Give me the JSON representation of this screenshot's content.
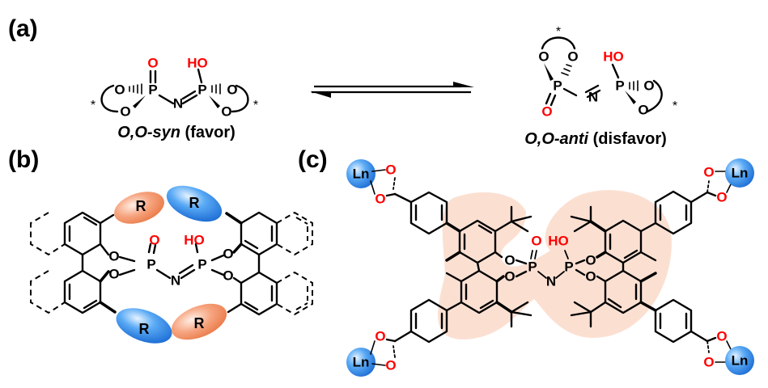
{
  "panels": {
    "a": {
      "label": "(a)",
      "syn": {
        "caption_italic": "O,O-syn",
        "caption_rest": " (favor)",
        "atoms": {
          "o_double": "O",
          "ho": "HO",
          "p1": "P",
          "p2": "P",
          "n": "N",
          "o1": "O",
          "o2": "O",
          "o3": "O",
          "o4": "O",
          "star": "*"
        }
      },
      "anti": {
        "caption_italic": "O,O-anti",
        "caption_rest": " (disfavor)",
        "atoms": {
          "o_double": "O",
          "ho": "HO",
          "p1": "P",
          "p2": "P",
          "n": "N",
          "o1": "O",
          "o2": "O",
          "o3": "O",
          "o4": "O",
          "star": "*"
        }
      },
      "equilibrium": "equilibrium-arrows"
    },
    "b": {
      "label": "(b)",
      "substituent": "R",
      "atoms": {
        "o_double": "O",
        "ho": "HO",
        "p": "P",
        "n": "N",
        "o": "O"
      }
    },
    "c": {
      "label": "(c)",
      "metal": "Ln",
      "atoms": {
        "o_double": "O",
        "ho": "HO",
        "p": "P",
        "n": "N",
        "o": "O"
      }
    }
  },
  "colors": {
    "heteroatom_red": "#ff0000",
    "ellipse_orange": "#f08a5d",
    "ellipse_blue": "#2e86e6",
    "highlight_peach": "#fbe0d2",
    "bond_black": "#000000"
  }
}
